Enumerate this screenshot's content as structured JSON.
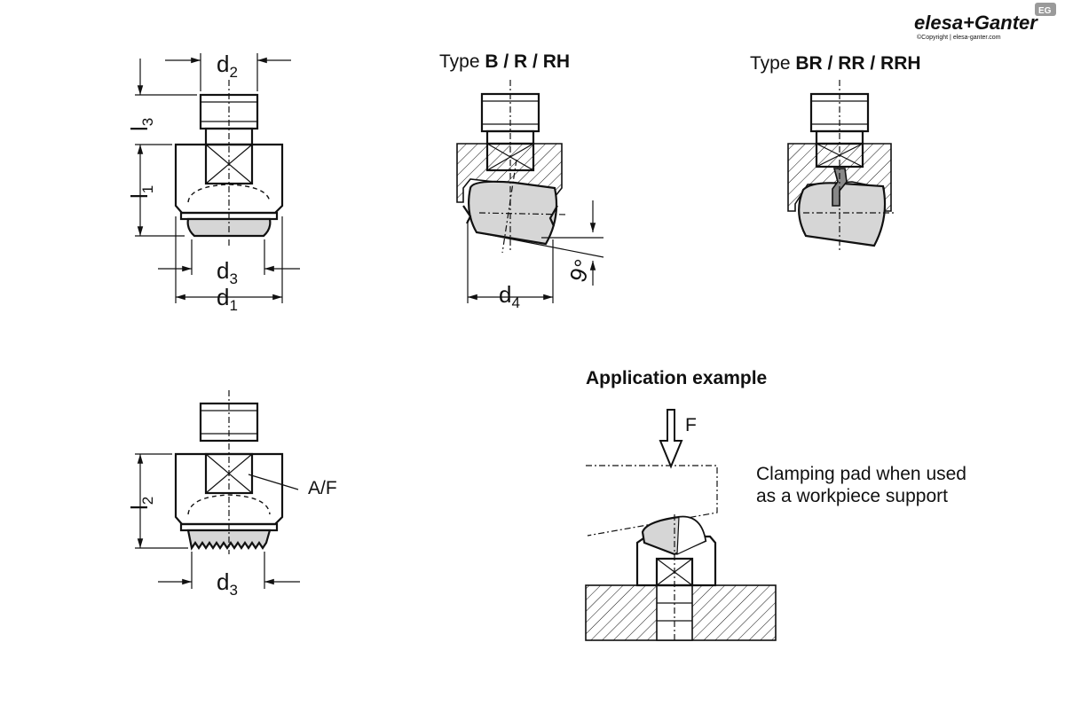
{
  "brand": {
    "logo_text": "elesa+Ganter",
    "copyright": "©Copyright | elesa-ganter.com",
    "badge": "EG"
  },
  "views": {
    "type_b_title_prefix": "Type ",
    "type_b_title_bold": "B / R / RH",
    "type_br_title_prefix": "Type ",
    "type_br_title_bold": "BR / RR / RRH"
  },
  "dimensions": {
    "d2": "d",
    "d2_sub": "2",
    "l3": "l",
    "l3_sub": "3",
    "l1": "l",
    "l1_sub": "1",
    "d3": "d",
    "d3_sub": "3",
    "d1": "d",
    "d1_sub": "1",
    "d4": "d",
    "d4_sub": "4",
    "angle": "9°",
    "l2": "l",
    "l2_sub": "2",
    "d3b": "d",
    "d3b_sub": "3",
    "af": "A/F"
  },
  "application": {
    "title": "Application example",
    "force": "F",
    "note_line1": "Clamping pad when used",
    "note_line2": "as a workpiece support"
  }
}
